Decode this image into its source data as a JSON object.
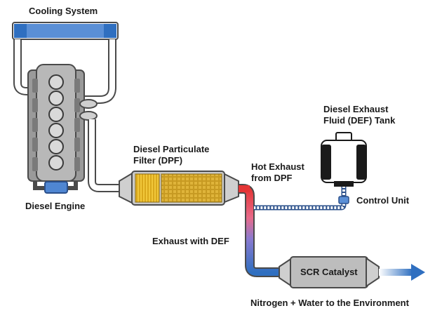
{
  "labels": {
    "cooling_system": "Cooling System",
    "diesel_engine": "Diesel Engine",
    "dpf_line1": "Diesel Particulate",
    "dpf_line2": "Filter (DPF)",
    "def_tank_line1": "Diesel Exhaust",
    "def_tank_line2": "Fluid (DEF) Tank",
    "hot_exhaust_line1": "Hot Exhaust",
    "hot_exhaust_line2": "from DPF",
    "control_unit": "Control Unit",
    "exhaust_with_def": "Exhaust with DEF",
    "scr_catalyst": "SCR Catalyst",
    "output": "Nitrogen + Water to the Environment"
  },
  "colors": {
    "pipe_fill": "#ffffff",
    "pipe_outline": "#4a4a4a",
    "engine_body": "#8c8c8c",
    "engine_block": "#b3b3b3",
    "radiator_blue": "#2f6fc0",
    "dpf_yellow": "#e8b820",
    "dpf_body": "#c9c9c9",
    "def_tank": "#1a1a1a",
    "def_line_blue": "#3a78c8",
    "hot_red": "#e03030",
    "scr_body": "#bdbdbd"
  }
}
